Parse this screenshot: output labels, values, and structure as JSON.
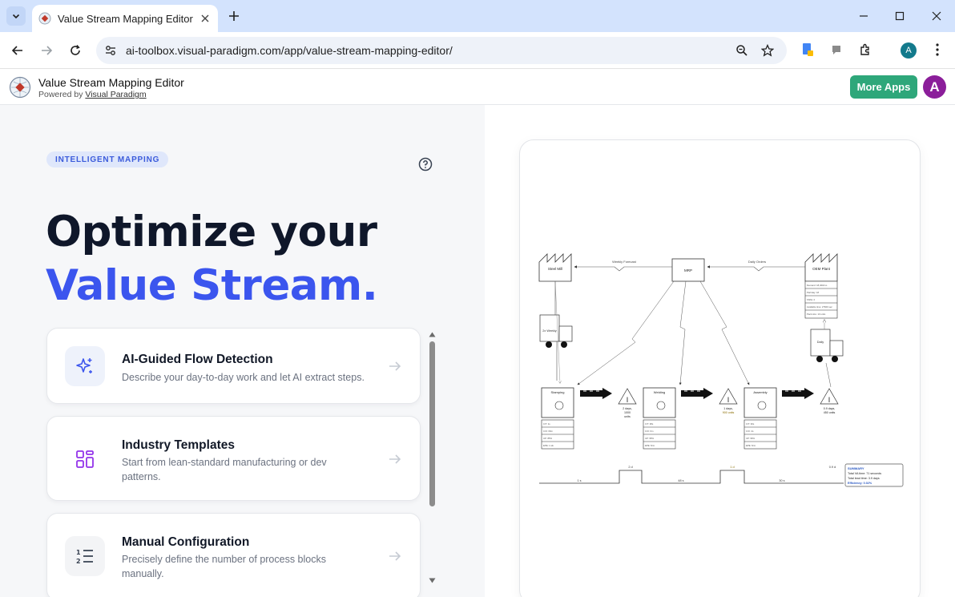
{
  "browser": {
    "tab_title": "Value Stream Mapping Editor",
    "url": "ai-toolbox.visual-paradigm.com/app/value-stream-mapping-editor/",
    "profile_initial": "A"
  },
  "app": {
    "title": "Value Stream Mapping Editor",
    "powered_prefix": "Powered by",
    "powered_link": "Visual Paradigm",
    "more_apps": "More Apps",
    "avatar_initial": "A"
  },
  "hero": {
    "badge": "INTELLIGENT MAPPING",
    "line1": "Optimize your",
    "line2": "Value Stream."
  },
  "options": [
    {
      "title": "AI-Guided Flow Detection",
      "description": "Describe your day-to-day work and let AI extract steps.",
      "icon": "sparkles-icon"
    },
    {
      "title": "Industry Templates",
      "description": "Start from lean-standard manufacturing or dev patterns.",
      "icon": "grid-layout-icon"
    },
    {
      "title": "Manual Configuration",
      "description": "Precisely define the number of process blocks manually.",
      "icon": "numbered-list-icon"
    }
  ],
  "diagram": {
    "supplier": "Steel Mill",
    "control": "MRP",
    "customer": "OEM Plant",
    "supplier_flow": "Weekly Forecast",
    "customer_flow": "Daily Orders",
    "truck_in": "2x Weekly",
    "truck_out": "Daily",
    "customer_data": [
      "Demand: 18,400/mo",
      "Part/day: 18",
      "Shifts: 2",
      "Available time: 27600 sec",
      "Pack size: 10 units"
    ],
    "processes": [
      {
        "name": "Stamping",
        "data": [
          "C/T: 1s",
          "C/O: 60m",
          "UP: 85%",
          "EPE: 1 wk"
        ]
      },
      {
        "name": "Welding",
        "data": [
          "C/T: 38s",
          "C/O: 0m",
          "UP: 95%",
          "EPE: N/A"
        ]
      },
      {
        "name": "Assembly",
        "data": [
          "C/T: 30s",
          "C/O: 4s",
          "UP: 96%",
          "EPE: N/A"
        ]
      }
    ],
    "inventory": [
      {
        "line1": "2 days,",
        "line2": "1000",
        "line3": "units"
      },
      {
        "line1": "1 days,",
        "line2": "900 units",
        "line3": ""
      },
      {
        "line1": "0.9 days,",
        "line2": "450 units",
        "line3": ""
      }
    ],
    "timeline_top": [
      "2 d",
      "1 d",
      "0.9 d"
    ],
    "timeline_bottom": [
      "1 s",
      "48 s",
      "30 s"
    ],
    "summary": {
      "title": "SUMMARY",
      "va_time": "Total VA time: 71 seconds",
      "lead_time": "Total lead time: 3.9 days",
      "efficiency": "Efficiency: 0.02%"
    }
  },
  "colors": {
    "accent_blue": "#3b55ee",
    "hero_dark": "#0f172a",
    "more_apps_green": "#2ea77a",
    "avatar_purple": "#8b1e9a",
    "badge_bg": "#dfe7fb",
    "card_purple_icon": "#9333ea",
    "card_blue_icon": "#3b55ee"
  }
}
